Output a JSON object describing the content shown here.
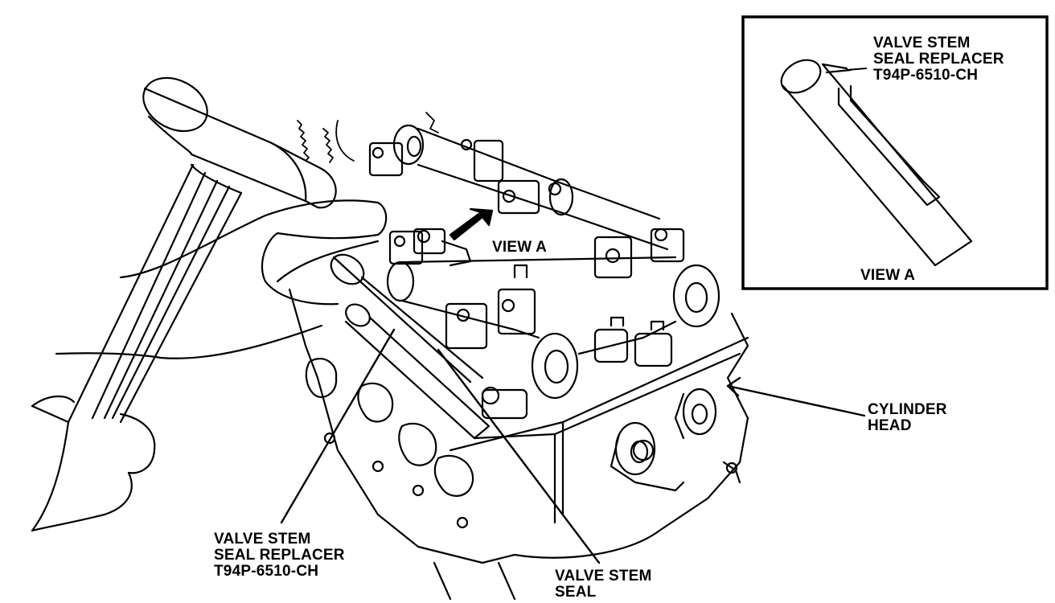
{
  "colors": {
    "ink": "#000000",
    "paper": "#ffffff"
  },
  "labels": {
    "tool_main": [
      "VALVE STEM",
      "SEAL REPLACER",
      "T94P-6510-CH"
    ],
    "seal": [
      "VALVE STEM",
      "SEAL"
    ],
    "cylinder_head": [
      "CYLINDER",
      "HEAD"
    ],
    "view_a_callout": "VIEW A"
  },
  "inset": {
    "tool": [
      "VALVE STEM",
      "SEAL REPLACER",
      "T94P-6510-CH"
    ],
    "caption": "VIEW A"
  }
}
